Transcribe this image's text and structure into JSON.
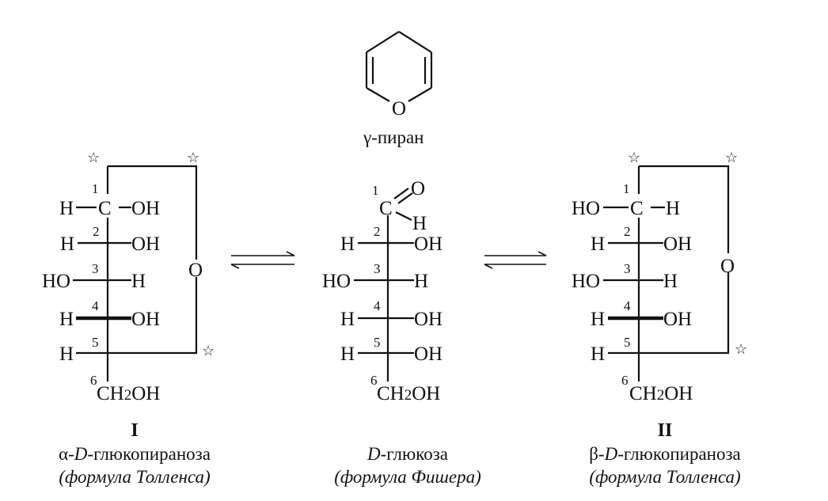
{
  "pyran": {
    "atom_o": "O",
    "name": "γ-пиран"
  },
  "atoms": {
    "h": "H",
    "c": "C",
    "o": "O",
    "oh": "OH",
    "ho": "HO",
    "ch2oh_ch": "CH",
    "ch2oh_sub": "2",
    "ch2oh_oh": "OH",
    "star": "☆"
  },
  "numbers": [
    "1",
    "2",
    "3",
    "4",
    "5",
    "6"
  ],
  "structures": [
    {
      "roman": "I",
      "prefix": "α-",
      "d": "D",
      "name": "-глюкопираноза",
      "formula": "(формула Толленса)"
    },
    {
      "roman": "",
      "prefix": "",
      "d": "D",
      "name": "-глюкоза",
      "formula": "(формула Фишера)"
    },
    {
      "roman": "II",
      "prefix": "β-",
      "d": "D",
      "name": "-глюкопираноза",
      "formula": "(формула Толленса)"
    }
  ]
}
